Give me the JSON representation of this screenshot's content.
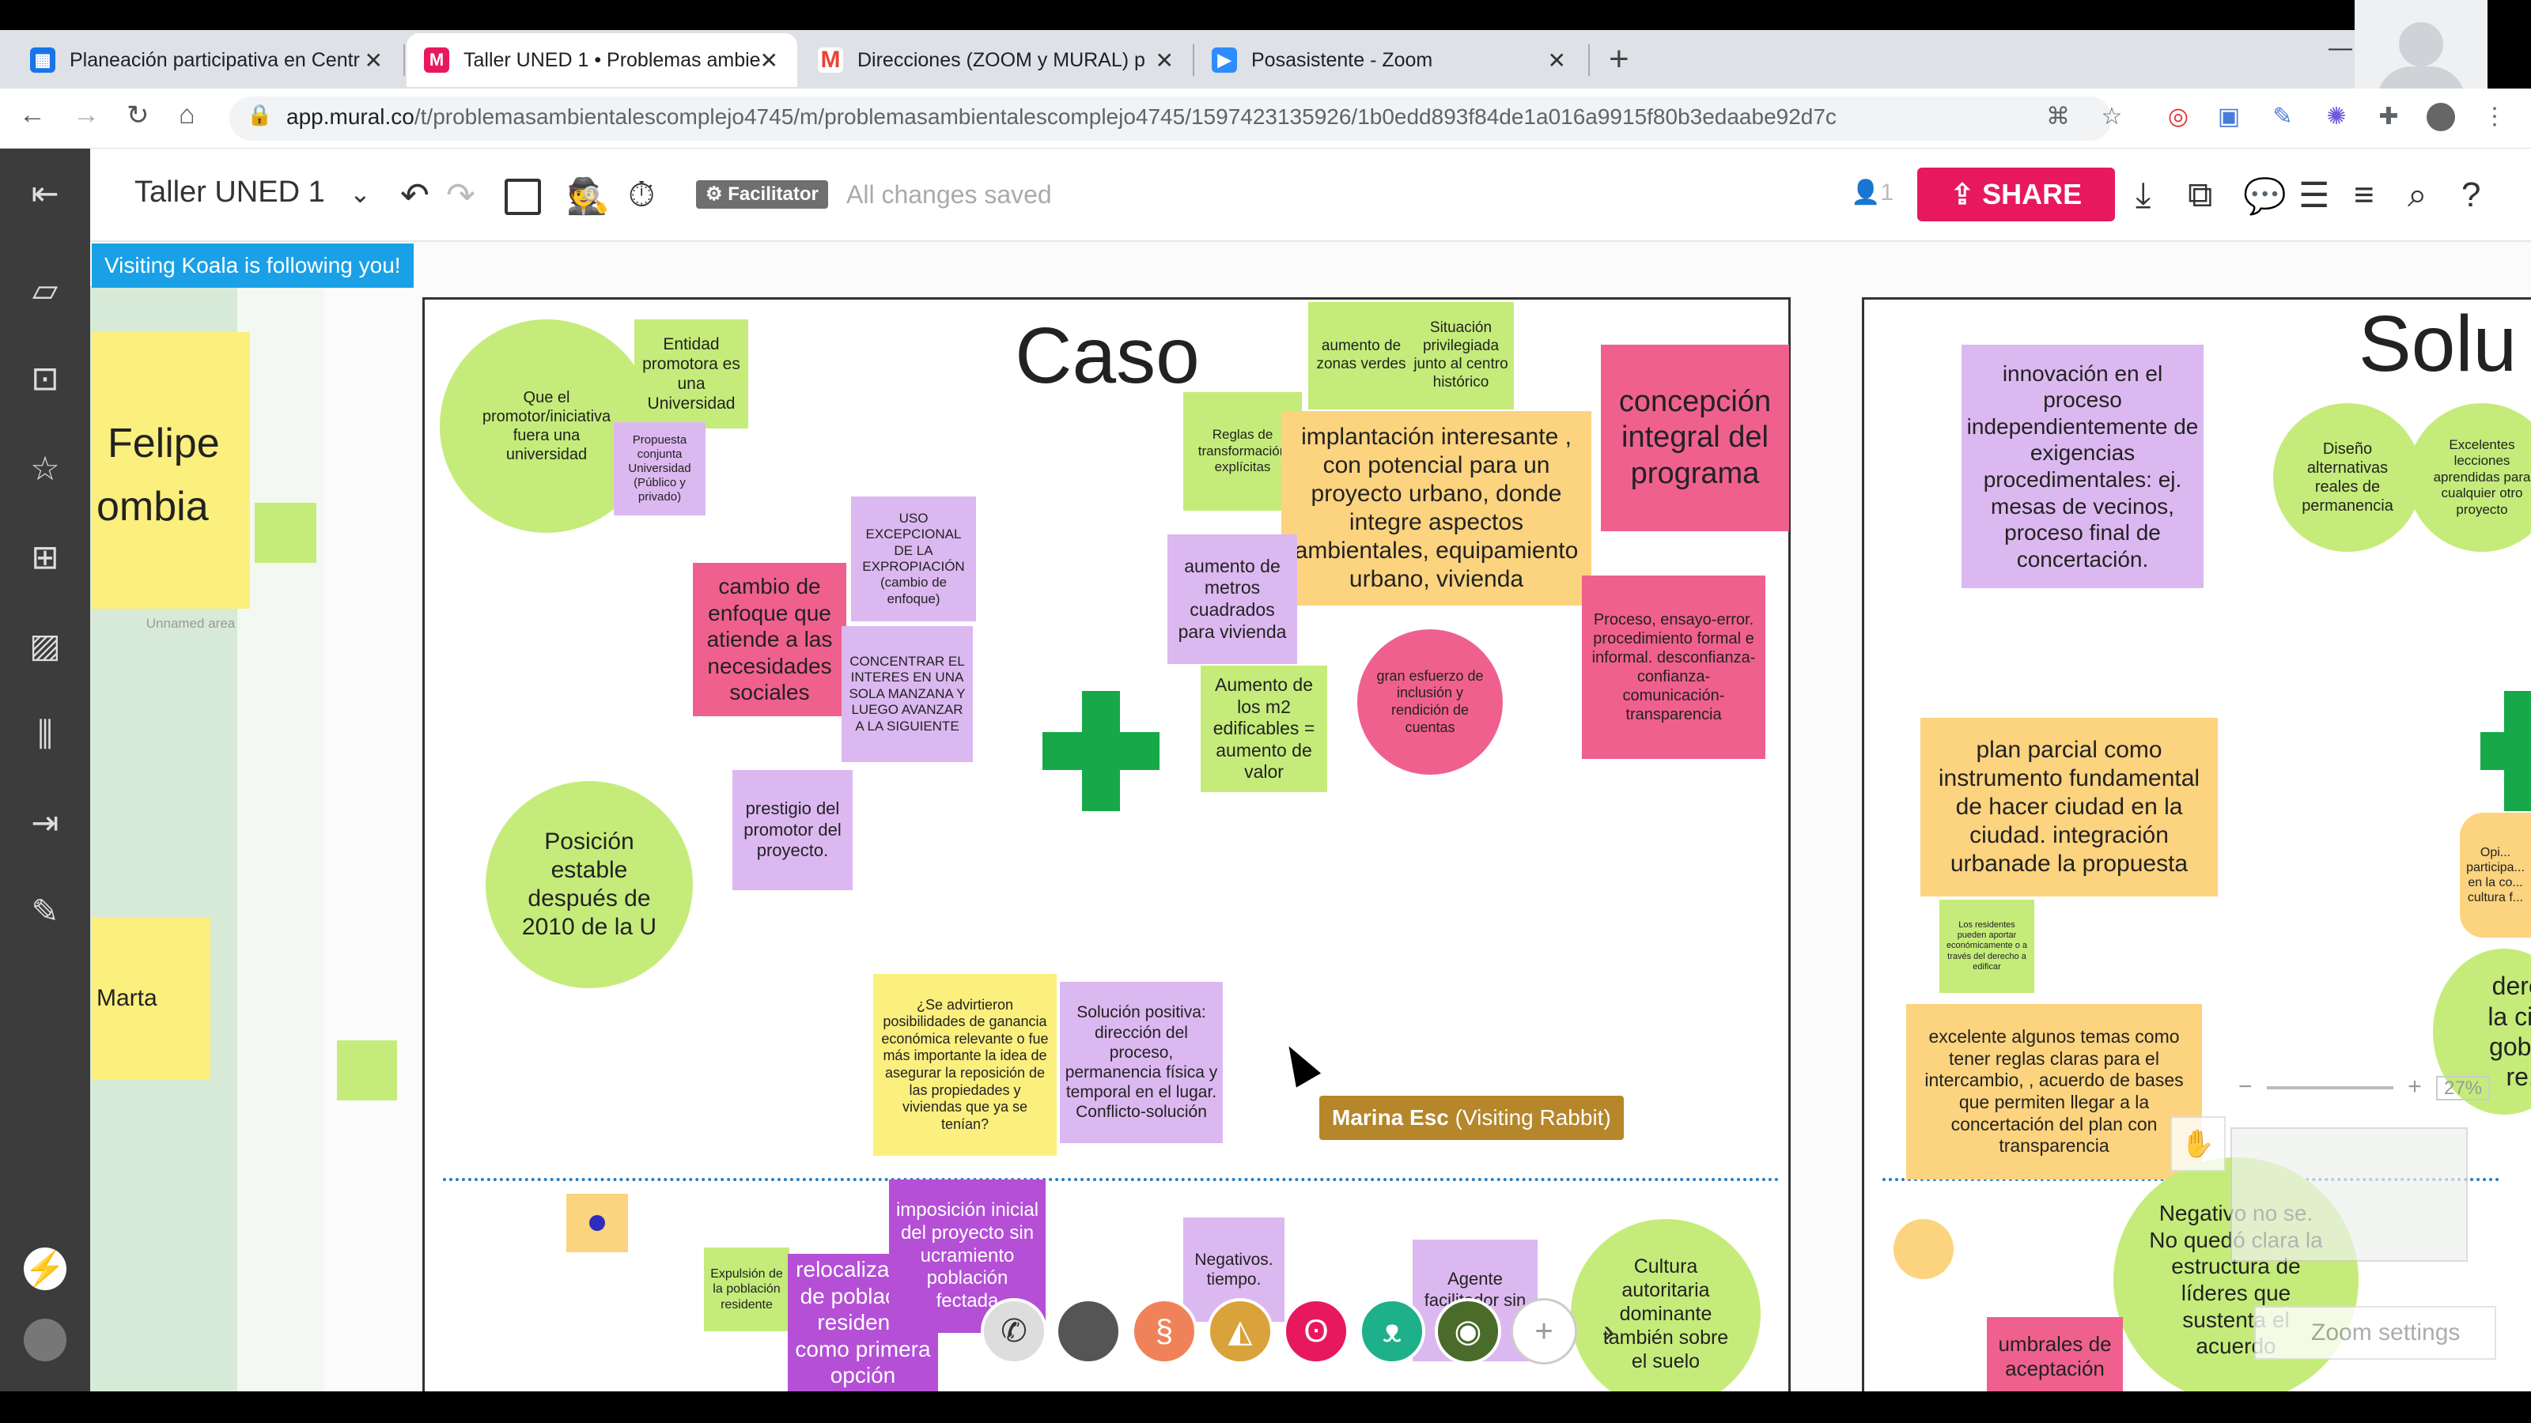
{
  "browser": {
    "tabs": [
      {
        "label": "Planeación participativa en Centr",
        "icon_color": "#1a73e8"
      },
      {
        "label": "Taller UNED 1 • Problemas ambie",
        "icon_color": "#e8185f"
      },
      {
        "label": "Direcciones (ZOOM y MURAL) p",
        "icon_color": "#ea4335"
      },
      {
        "label": "Posasistente - Zoom",
        "icon_color": "#2d8cff"
      }
    ],
    "url_domain": "app.mural.co",
    "url_path": "/t/problemasambientalescomplejo4745/m/problemasambientalescomplejo4745/1597423135926/1b0edd893f84de1a016a9915f80b3edaabe92d7c"
  },
  "toolbar": {
    "board_title": "Taller UNED 1",
    "facilitator_label": "Facilitator",
    "saved_status": "All changes saved",
    "users_count": "1",
    "share_label": "SHARE"
  },
  "following_banner": "Visiting Koala is following you!",
  "left_area": {
    "name1": "Felipe",
    "name1b": "ombia",
    "unnamed": "Unnamed area",
    "name2": "Marta"
  },
  "caso": {
    "title": "Caso",
    "notes": {
      "n1": "Que el promotor/iniciativa fuera una universidad",
      "n2": "Entidad promotora es una Universidad",
      "n3": "Propuesta conjunta Universidad (Público y privado)",
      "n4": "USO EXCEPCIONAL DE LA EXPROPIACIÓN (cambio de enfoque)",
      "n5": "cambio de enfoque que atiende a las necesidades sociales",
      "n6": "CONCENTRAR EL INTERES EN UNA SOLA MANZANA Y LUEGO AVANZAR A LA SIGUIENTE",
      "n7": "prestigio del promotor del proyecto.",
      "n8": "Posición estable después de 2010 de la U",
      "n9": "aumento de zonas verdes",
      "n10": "Situación privilegiada junto al centro histórico",
      "n11": "Reglas de transformación explícitas",
      "n12": "implantación interesante , con potencial para un proyecto urbano, donde integre aspectos ambientales, equipamiento urbano, vivienda",
      "n13": "concepción integral del programa",
      "n14": "aumento de metros cuadrados para vivienda",
      "n15": "Aumento de los m2 edificables = aumento de valor",
      "n16": "gran esfuerzo de inclusión y rendición de cuentas",
      "n17": "Proceso, ensayo-error. procedimiento formal e informal. desconfianza-confianza-comunicación-transparencia",
      "n18": "¿Se advirtieron posibilidades de ganancia económica relevante o fue más importante la idea de asegurar la reposición de las propiedades y viviendas que ya se tenían?",
      "n19": "Solución positiva: dirección del proceso, permanencia física y temporal en el lugar. Conflicto-solución",
      "n20": "Expulsión de la población residente",
      "n21": "relocalización de población residente como primera opción",
      "n22": "imposición inicial del proyecto sin ucramiento población fectada",
      "n23": "Negativos. tiempo.",
      "n24": "Agente facilitador sin re...",
      "n25": "Cultura autoritaria dominante también sobre el suelo"
    }
  },
  "solu": {
    "title": "Solu",
    "notes": {
      "s1": "innovación en el proceso independientemente de exigencias procedimentales: ej. mesas de vecinos, proceso final de concertación.",
      "s2": "Diseño alternativas reales de permanencia",
      "s3": "Excelentes lecciones aprendidas para cualquier otro proyecto",
      "s4": "plan parcial como instrumento fundamental de hacer ciudad en la ciudad. integración urbanade la propuesta",
      "s5": "Los residentes pueden aportar económicamente o a través del derecho a edificar",
      "s6": "excelente algunos temas como tener reglas claras para el intercambio, , acuerdo de bases que permiten llegar a la concertación del plan con transparencia",
      "s7": "Negativo no se. No quedó clara la estructura de líderes que sustenta el acuerdo",
      "s8": "umbrales de aceptación",
      "s9": "Opi... participa... en la co... cultura f...",
      "s10": "dere... la ciu... gobe... re..."
    }
  },
  "cursor_label": "Marina Esc",
  "cursor_label_suffix": "(Visiting Rabbit)",
  "zoom": {
    "level": "27%",
    "settings_label": "Zoom settings"
  },
  "colors": {
    "share": "#e8185f",
    "follow": "#1aa0e6",
    "green_note": "#c5ec7a",
    "yellow_note": "#fbe57a",
    "pink_note": "#f0608e",
    "purple_note": "#dcb8f0",
    "orange_note": "#fcd37e"
  }
}
